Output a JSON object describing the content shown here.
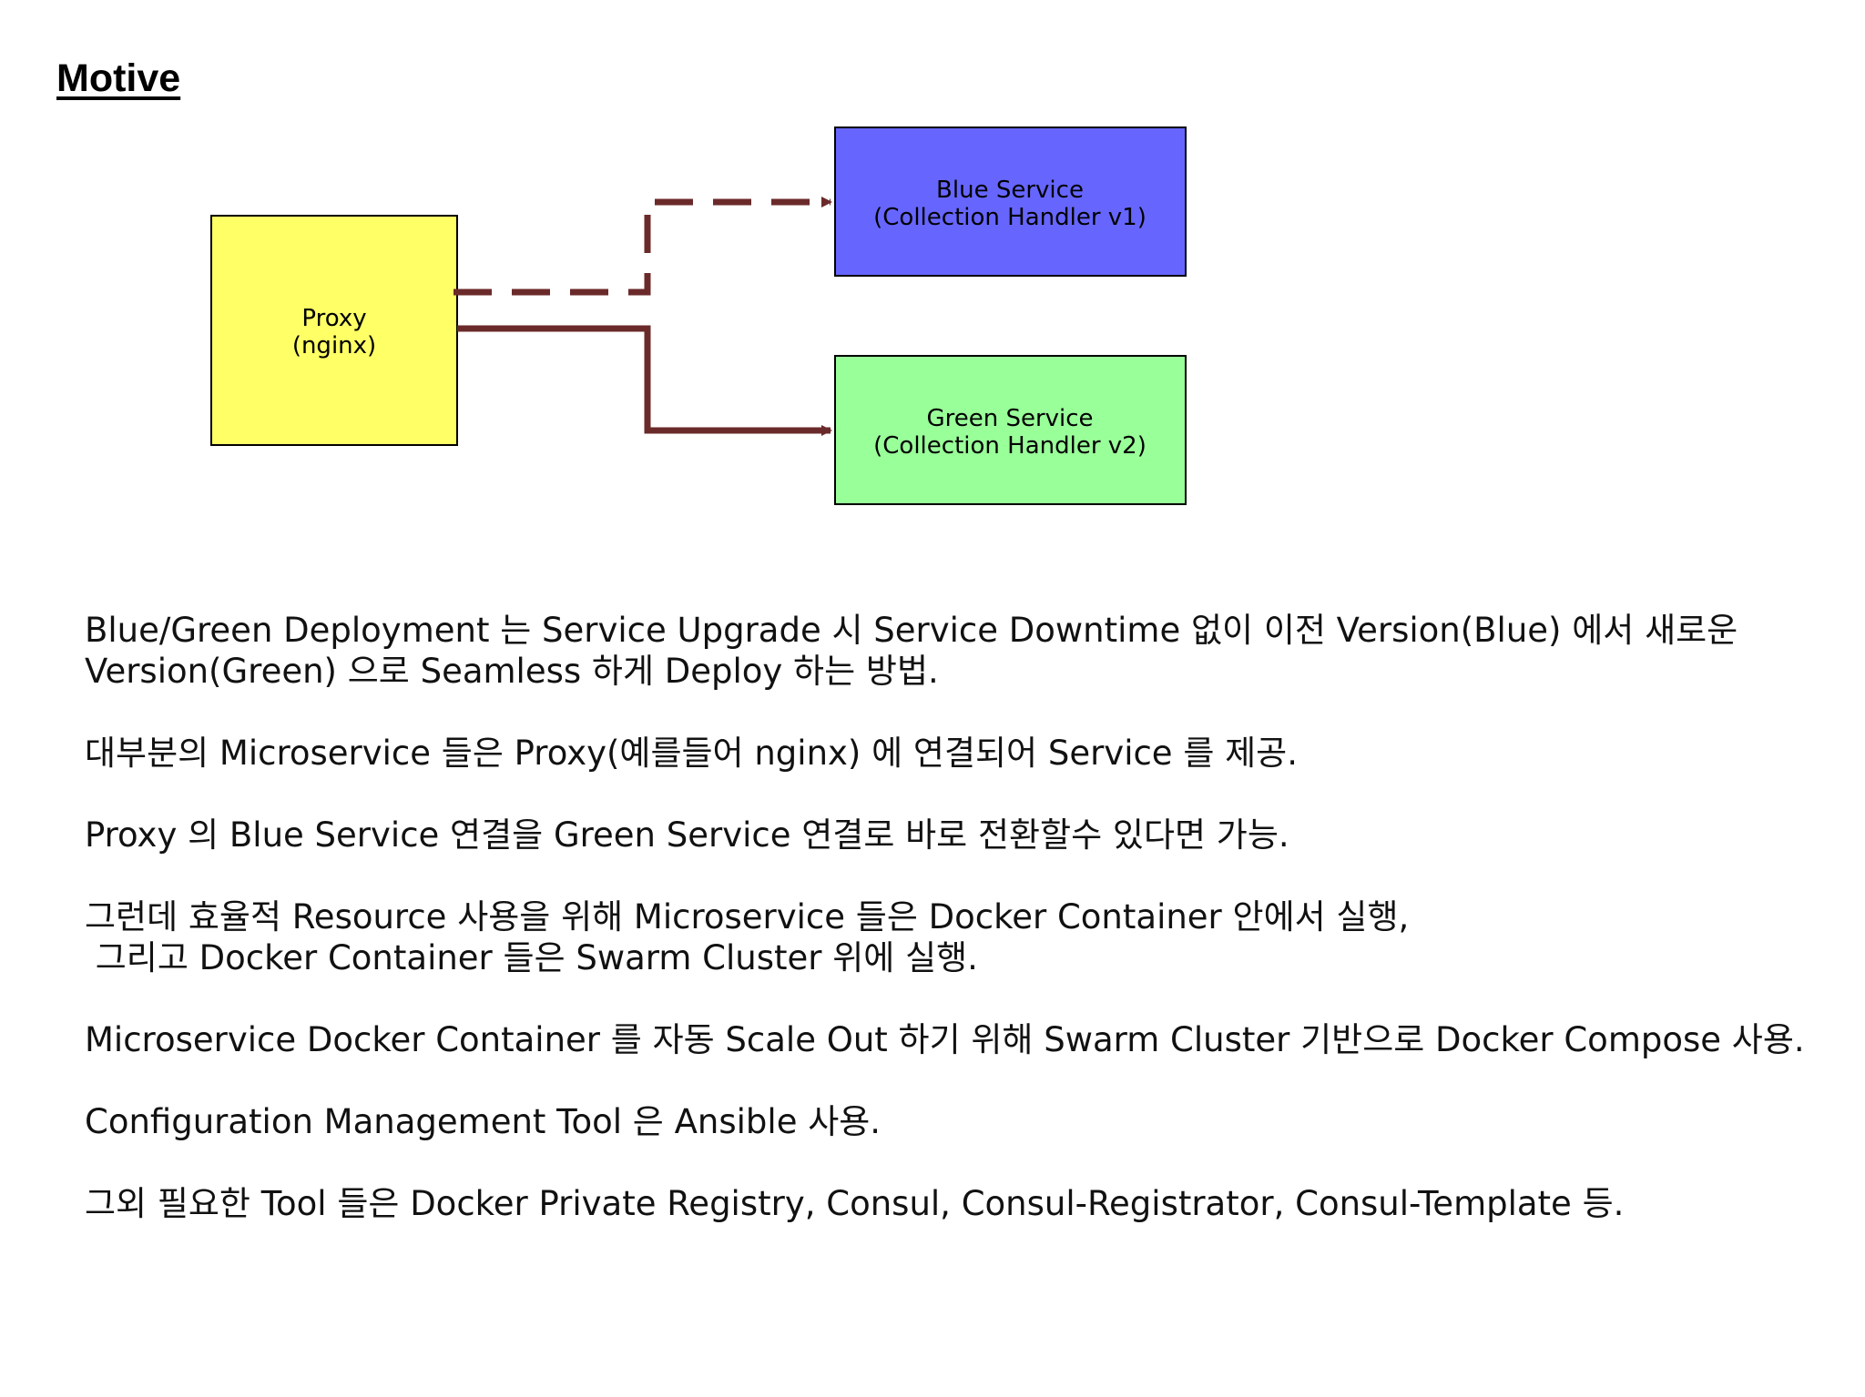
{
  "slide": {
    "title": "Motive"
  },
  "diagram": {
    "proxy": {
      "line1": "Proxy",
      "line2": "(nginx)",
      "fill": "#ffff66"
    },
    "blue_service": {
      "line1": "Blue Service",
      "line2": "(Collection Handler v1)",
      "fill": "#6666ff"
    },
    "green_service": {
      "line1": "Green Service",
      "line2": "(Collection Handler v2)",
      "fill": "#99ff99"
    },
    "arrow_color": "#6b2a2a"
  },
  "paragraphs": [
    "Blue/Green Deployment 는 Service Upgrade 시 Service Downtime 없이 이전 Version(Blue) 에서 새로운 Version(Green) 으로 Seamless 하게 Deploy 하는 방법.",
    "대부분의 Microservice 들은 Proxy(예를들어 nginx) 에 연결되어 Service 를 제공.",
    "Proxy 의 Blue Service 연결을 Green Service 연결로 바로 전환할수 있다면 가능.",
    "그런데 효율적 Resource 사용을 위해 Microservice 들은 Docker Container 안에서 실행,\n 그리고 Docker Container 들은 Swarm Cluster 위에 실행.",
    "Microservice Docker Container 를 자동 Scale Out 하기 위해 Swarm Cluster 기반으로 Docker Compose 사용.",
    "Configuration Management Tool 은 Ansible 사용.",
    "그외 필요한 Tool 들은 Docker Private Registry, Consul, Consul-Registrator, Consul-Template 등."
  ]
}
